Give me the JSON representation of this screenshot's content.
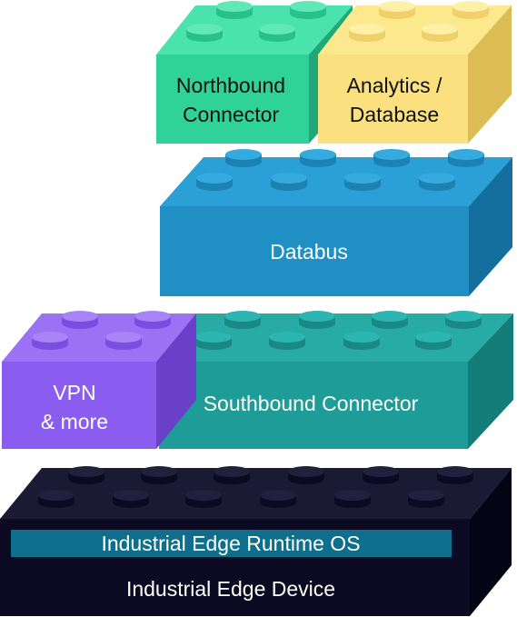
{
  "blocks": {
    "northbound": {
      "line1": "Northbound",
      "line2": "Connector",
      "front": "#2fd399",
      "top": "#4ae2ad",
      "side": "#1fa87a",
      "text_color": "#111111"
    },
    "analytics": {
      "line1": "Analytics /",
      "line2": "Database",
      "front": "#fbe080",
      "top": "#fde98d",
      "side": "#dcbc55",
      "text_color": "#111111"
    },
    "databus": {
      "label": "Databus",
      "front": "#1f8fc4",
      "top": "#2aa0d6",
      "side": "#146f9e",
      "text_color": "#ffffff"
    },
    "vpn": {
      "line1": "VPN",
      "line2": "& more",
      "front": "#8a5cf0",
      "top": "#9c72f5",
      "side": "#6a40c8",
      "text_color": "#ffffff"
    },
    "southbound": {
      "label": "Southbound Connector",
      "front": "#1d9c98",
      "top": "#28aaa5",
      "side": "#147c79",
      "text_color": "#ffffff"
    },
    "device": {
      "label": "Industrial Edge Device",
      "runtime_label": "Industrial Edge Runtime OS",
      "front": "#0c0a22",
      "top": "#1b1a35",
      "side": "#050414",
      "runtime_band": "#0e6e8c",
      "text_color": "#ffffff"
    }
  }
}
